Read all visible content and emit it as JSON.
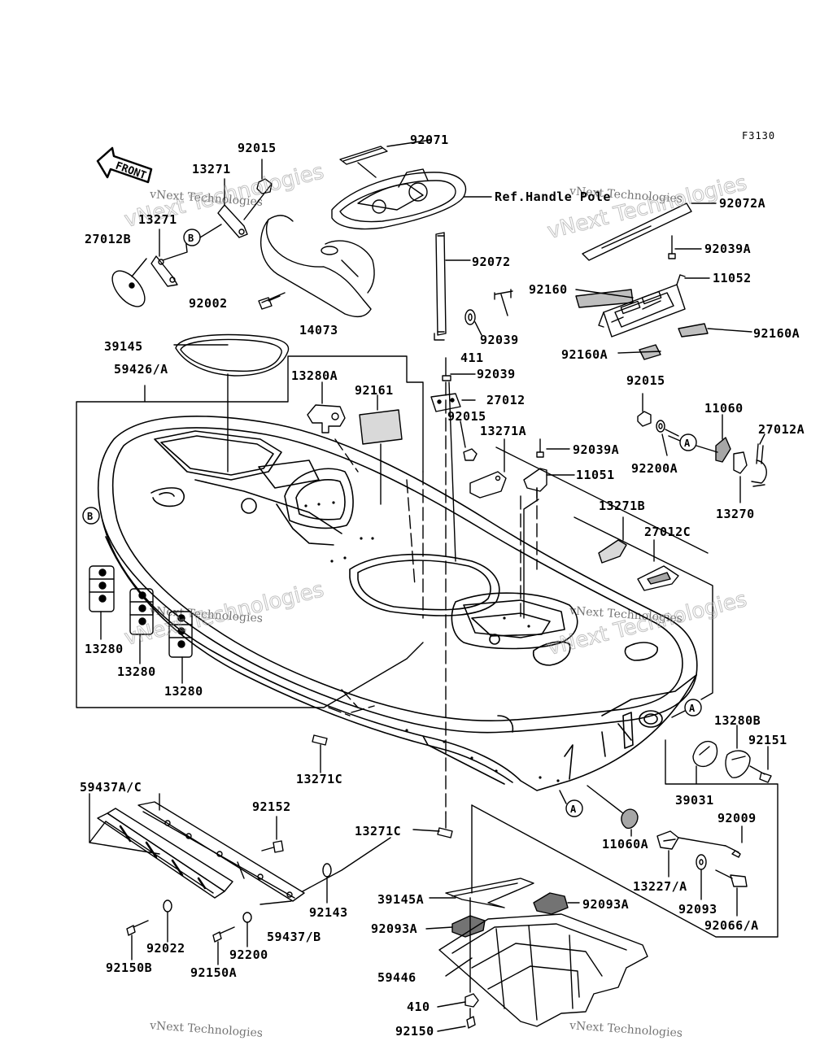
{
  "diagram_code": "F3130",
  "front_arrow": "FRONT",
  "watermark": "vNext Technologies",
  "callouts": {
    "A": "A",
    "B": "B"
  },
  "parts": {
    "p92015_top": "92015",
    "p13271_a": "13271",
    "p13271_b": "13271",
    "p27012B": "27012B",
    "p92002": "92002",
    "p14073": "14073",
    "p92071": "92071",
    "ref_handle_pole": "Ref.Handle Pole",
    "p92072A": "92072A",
    "p92039A_top": "92039A",
    "p11052": "11052",
    "p92160": "92160",
    "p92160A_r": "92160A",
    "p92160A_l": "92160A",
    "p92072": "92072",
    "p92039_a": "92039",
    "p411": "411",
    "p92039_b": "92039",
    "p27012": "27012",
    "p92015_mid": "92015",
    "p39145": "39145",
    "p59426A": "59426/A",
    "p13280A": "13280A",
    "p92161": "92161",
    "p13271A": "13271A",
    "p92039A_mid": "92039A",
    "p11051": "11051",
    "p92015_r": "92015",
    "p92200A": "92200A",
    "p11060": "11060",
    "p27012A": "27012A",
    "p13270": "13270",
    "p13271B": "13271B",
    "p27012C": "27012C",
    "p13280_1": "13280",
    "p13280_2": "13280",
    "p13280_3": "13280",
    "p13271C_a": "13271C",
    "p13280B": "13280B",
    "p92151": "92151",
    "p39031": "39031",
    "p92009": "92009",
    "p59437AC": "59437A/C",
    "p92152": "92152",
    "p13271C_b": "13271C",
    "p11060A": "11060A",
    "p13227A": "13227/A",
    "p92093": "92093",
    "p92066A": "92066/A",
    "p92143": "92143",
    "p59437B": "59437/B",
    "p39145A": "39145A",
    "p92093A_r": "92093A",
    "p92093A_l": "92093A",
    "p92022": "92022",
    "p92200": "92200",
    "p92150B": "92150B",
    "p92150A": "92150A",
    "p59446": "59446",
    "p410": "410",
    "p92150": "92150"
  }
}
